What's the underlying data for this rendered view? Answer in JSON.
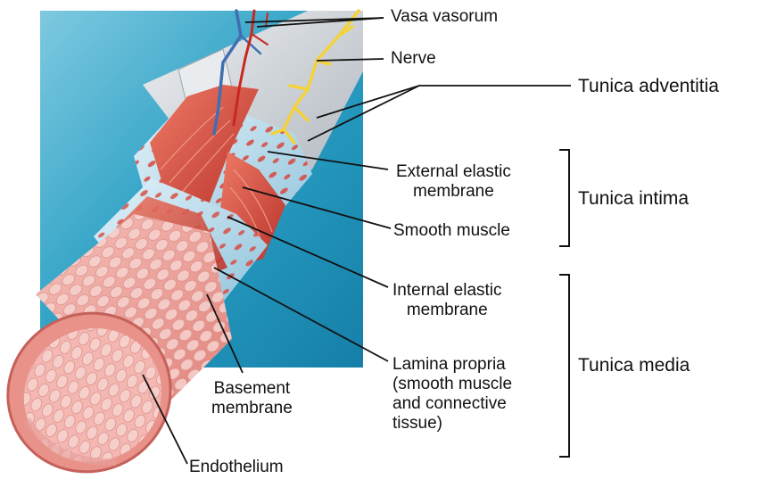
{
  "labels": {
    "vasa_vasorum": "Vasa vasorum",
    "nerve": "Nerve",
    "external_elastic_membrane": "External elastic\nmembrane",
    "smooth_muscle": "Smooth muscle",
    "internal_elastic_membrane": "Internal elastic\nmembrane",
    "lamina_propria": "Lamina propria\n(smooth muscle\nand connective\ntissue)",
    "basement_membrane": "Basement\nmembrane",
    "endothelium": "Endothelium"
  },
  "groups": {
    "tunica_adventitia": "Tunica adventitia",
    "tunica_intima": "Tunica intima",
    "tunica_media": "Tunica media"
  },
  "colors": {
    "background_panel": "#2a9fc4",
    "adventitia": "#cfd4da",
    "elastic_membrane": "#b9dff0",
    "muscle": "#d9463c",
    "intima": "#f2a6a0",
    "nerve": "#f3d23a",
    "vessel_blue": "#3f6fb0",
    "vessel_red": "#c8281f"
  }
}
